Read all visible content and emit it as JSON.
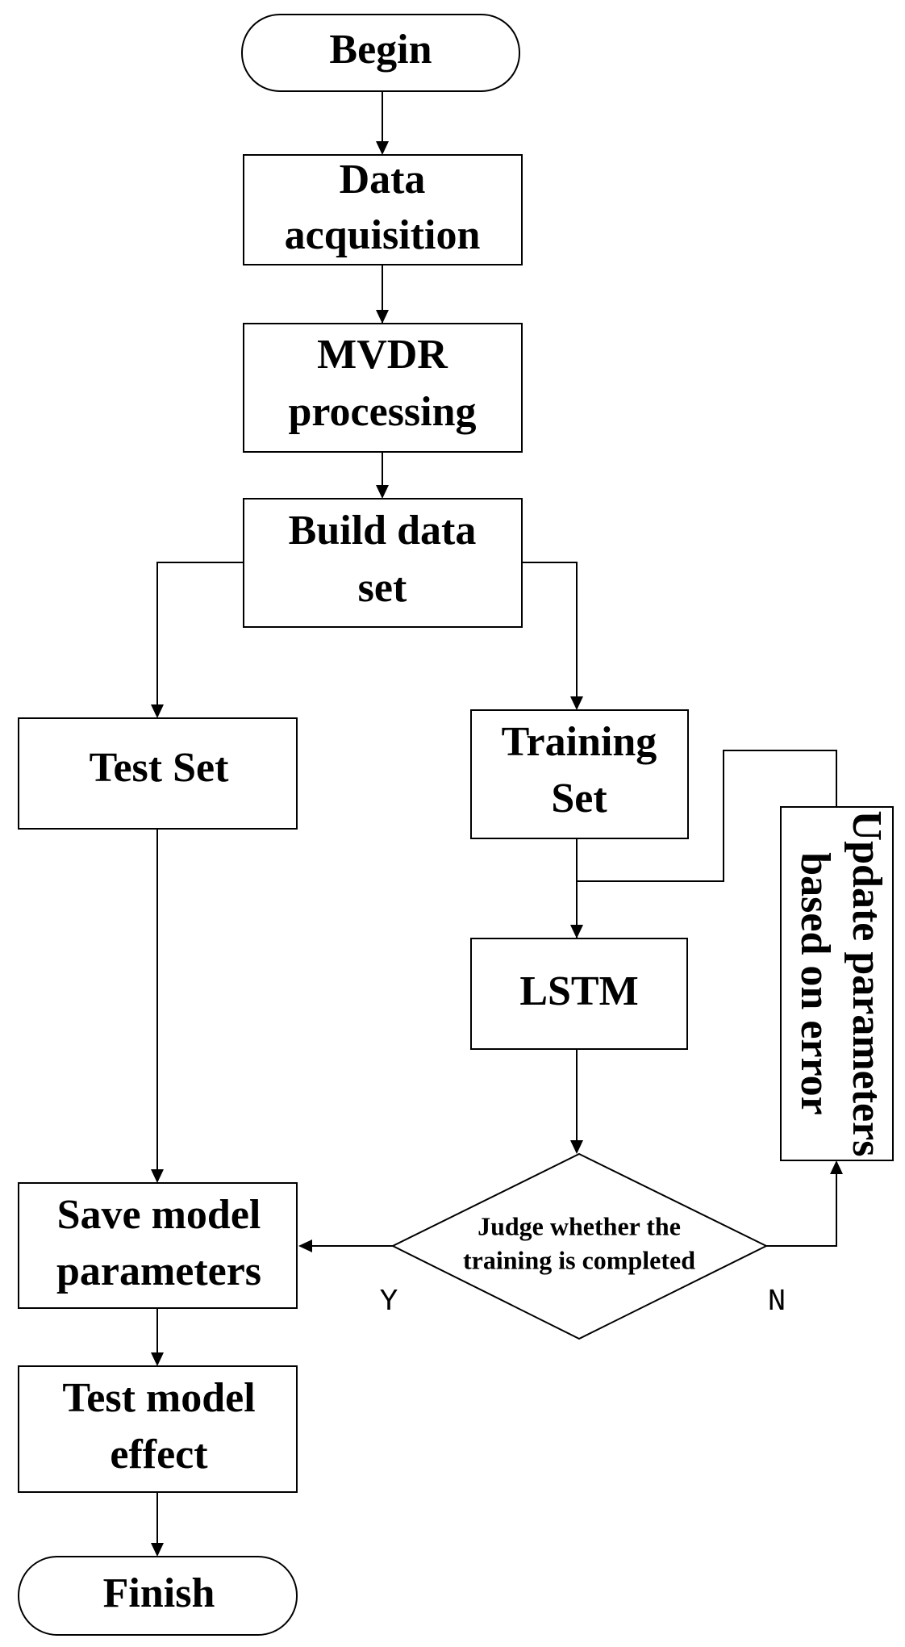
{
  "nodes": {
    "begin": {
      "lines": [
        "Begin"
      ]
    },
    "data_acquisition": {
      "lines": [
        "Data",
        "acquisition"
      ]
    },
    "mvdr_processing": {
      "lines": [
        "MVDR",
        "processing"
      ]
    },
    "build_data_set": {
      "lines": [
        "Build data",
        "set"
      ]
    },
    "test_set": {
      "lines": [
        "Test Set"
      ]
    },
    "training_set": {
      "lines": [
        "Training",
        "Set"
      ]
    },
    "lstm": {
      "lines": [
        "LSTM"
      ]
    },
    "update_parameters": {
      "lines": [
        "Update parameters",
        "based on error"
      ]
    },
    "judge": {
      "lines": [
        "Judge whether the",
        "training is completed"
      ]
    },
    "save_model": {
      "lines": [
        "Save model",
        "parameters"
      ]
    },
    "test_model": {
      "lines": [
        "Test model",
        "effect"
      ]
    },
    "finish": {
      "lines": [
        "Finish"
      ]
    }
  },
  "edges": {
    "yes_label": "Y",
    "no_label": "N"
  },
  "colors": {
    "line": "#000000",
    "fill": "#ffffff",
    "text": "#000000"
  }
}
